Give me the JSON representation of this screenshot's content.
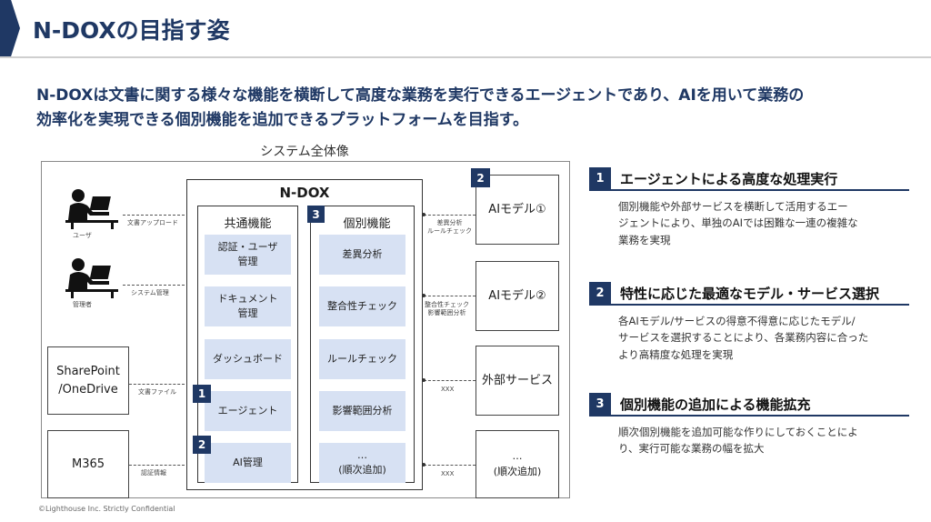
{
  "page_title": "N-DOXの目指す姿",
  "lead_lines": [
    "N-DOXは文書に関する様々な機能を横断して高度な業務を実行できるエージェントであり、AIを用いて業務の",
    "効率化を実現できる個別機能を追加できるプラットフォームを目指す。"
  ],
  "diagram": {
    "caption": "システム全体像",
    "ndox_title": "N-DOX",
    "actors": [
      {
        "label": "ユーザ",
        "flow": "文書アップロード"
      },
      {
        "label": "管理者",
        "flow": "システム管理"
      }
    ],
    "sources": [
      {
        "label": "SharePoint\n/OneDrive",
        "flow": "文書ファイル"
      },
      {
        "label": "M365",
        "flow": "認証情報"
      }
    ],
    "common": {
      "header": "共通機能",
      "items": [
        "認証・ユーザ\n管理",
        "ドキュメント\n管理",
        "ダッシュボード",
        "エージェント",
        "AI管理"
      ],
      "badges": [
        "1",
        "2"
      ]
    },
    "individual": {
      "header": "個別機能",
      "badge": "3",
      "items": [
        "差異分析",
        "整合性チェック",
        "ルールチェック",
        "影響範囲分析",
        "…\n(順次追加)"
      ]
    },
    "outputs": [
      {
        "label": "AIモデル①",
        "flow": "差異分析\nルールチェック",
        "badge": "2"
      },
      {
        "label": "AIモデル②",
        "flow": "整合性チェック\n影響範囲分析"
      },
      {
        "label": "外部サービス",
        "flow": "XXX"
      },
      {
        "label": "…\n(順次追加)",
        "flow": "XXX"
      }
    ]
  },
  "points": [
    {
      "num": "1",
      "title": "エージェントによる高度な処理実行",
      "desc": "個別機能や外部サービスを横断して活用するエー\nジェントにより、単独のAIでは困難な一連の複雑な\n業務を実現"
    },
    {
      "num": "2",
      "title": "特性に応じた最適なモデル・サービス選択",
      "desc": "各AIモデル/サービスの得意不得意に応じたモデル/\nサービスを選択することにより、各業務内容に合った\nより高精度な処理を実現"
    },
    {
      "num": "3",
      "title": "個別機能の追加による機能拡充",
      "desc": "順次個別機能を追加可能な作りにしておくことによ\nり、実行可能な業務の幅を拡大"
    }
  ],
  "footer": "©Lighthouse Inc. Strictly Confidential",
  "colors": {
    "accent": "#1f3864",
    "function_box": "#d7e1f3"
  }
}
